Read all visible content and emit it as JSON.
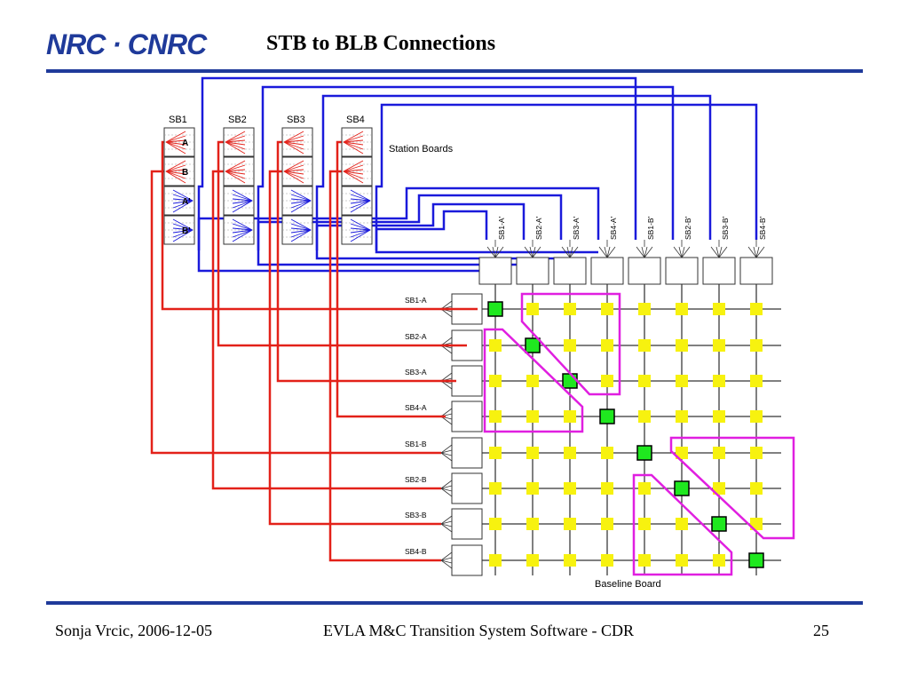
{
  "header": {
    "logo_text": "NRC · CNRC",
    "title": "STB to BLB Connections"
  },
  "diagram": {
    "station_boards": [
      "SB1",
      "SB2",
      "SB3",
      "SB4"
    ],
    "section_labels": [
      "A",
      "B",
      "A'",
      "B'"
    ],
    "station_boards_caption": "Station Boards",
    "column_inputs": [
      "SB1-A'",
      "SB2-A'",
      "SB3-A'",
      "SB4-A'",
      "SB1-B'",
      "SB2-B'",
      "SB3-B'",
      "SB4-B'"
    ],
    "row_inputs": [
      "SB1-A",
      "SB2-A",
      "SB3-A",
      "SB4-A",
      "SB1-B",
      "SB2-B",
      "SB3-B",
      "SB4-B"
    ],
    "baseline_board_caption": "Baseline Board",
    "colors": {
      "row_wire": "#e32119",
      "column_wire": "#1a1adb",
      "cell_yellow": "#f7f20f",
      "cell_green": "#1fe81f",
      "highlight": "#e01fe0",
      "rule": "#1f3a9a"
    }
  },
  "footer": {
    "author_date": "Sonja Vrcic, 2006-12-05",
    "presentation": "EVLA M&C Transition System Software - CDR",
    "page_number": "25"
  }
}
